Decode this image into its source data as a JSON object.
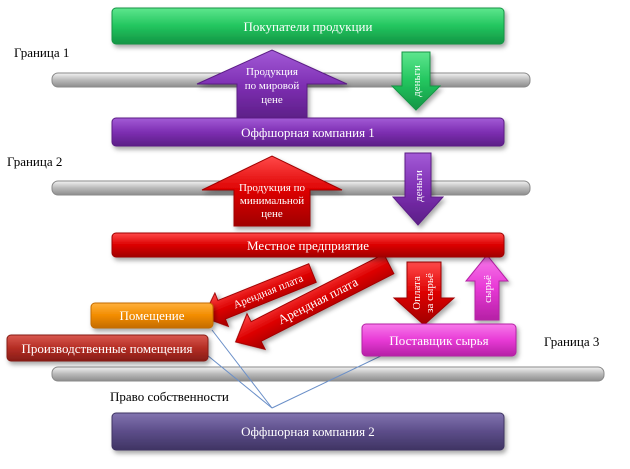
{
  "colors": {
    "green": "#22c55e",
    "purple": "#7e2fb3",
    "red": "#dc0000",
    "orange": "#f28c00",
    "brown": "#b52d24",
    "magenta": "#e83ad6",
    "dark_purple": "#5c4d89",
    "bar": "#c8c8c8"
  },
  "boxes": {
    "buyers": "Покупатели продукции",
    "offshore1": "Оффшорная компания 1",
    "local": "Местное предприятие",
    "premises": "Помещение",
    "production_premises": "Производственные помещения",
    "supplier": "Поставщик сырья",
    "offshore2": "Оффшорная компания 2"
  },
  "labels": {
    "border1": "Граница 1",
    "border2": "Граница 2",
    "border3": "Граница 3",
    "ownership": "Право собственности"
  },
  "arrows": {
    "product_world_1": "Продукция",
    "product_world_2": "по мировой",
    "product_world_3": "цене",
    "money_1": "деньги",
    "product_min_1": "Продукция по",
    "product_min_2": "минимальной",
    "product_min_3": "цене",
    "money_2": "деньги",
    "payment_1": "Оплата",
    "payment_2": "за сырьё",
    "raw": "сырьё",
    "rent_1": "Арендная плата",
    "rent_2": "Арендная плата"
  }
}
